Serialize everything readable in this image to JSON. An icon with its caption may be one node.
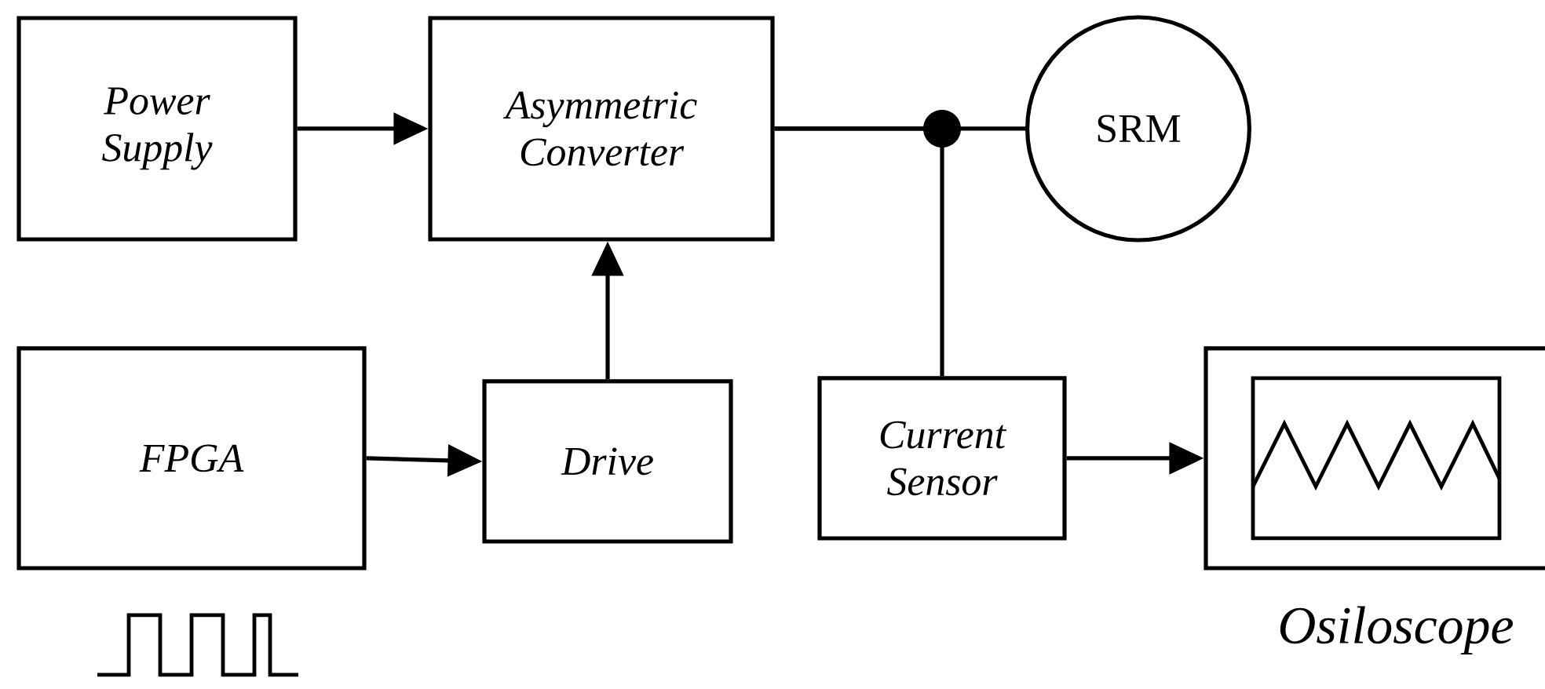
{
  "diagram": {
    "nodes": [
      {
        "text": [
          "Power Supply"
        ]
      },
      {
        "text": [
          "Asymmetric Converter"
        ]
      },
      {
        "text": [
          "SRM"
        ]
      },
      {
        "text": [
          "FPGA"
        ]
      },
      {
        "text": [
          "Drive"
        ]
      },
      {
        "text": [
          "Current Sensor"
        ]
      },
      {
        "text": [
          "Osiloscope"
        ]
      }
    ],
    "edges": [
      {
        "from": 0,
        "to": 1,
        "arrow": "to"
      },
      {
        "from": 1,
        "to": 2,
        "arrow": "none"
      },
      {
        "from": 1,
        "to": 5,
        "arrow": "none"
      },
      {
        "from": 3,
        "to": 4,
        "arrow": "to"
      },
      {
        "from": 4,
        "to": 1,
        "arrow": "to"
      },
      {
        "from": 5,
        "to": 6,
        "arrow": "to"
      }
    ]
  }
}
